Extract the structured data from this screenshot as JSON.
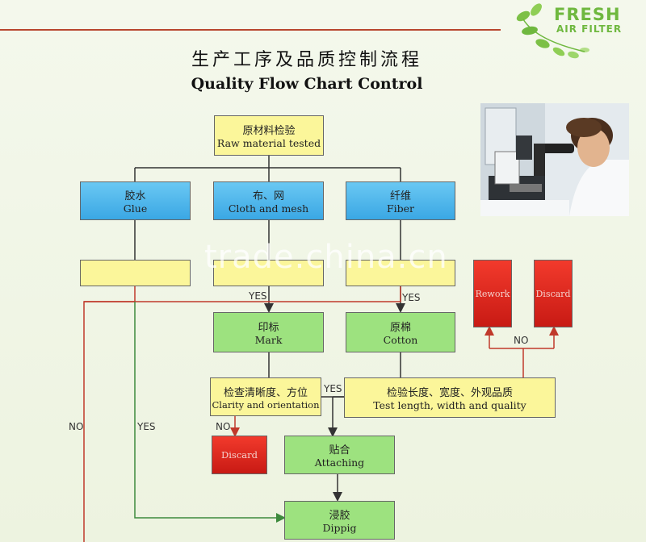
{
  "brand": {
    "name_line1": "FRESH",
    "name_line2": "AIR FILTER"
  },
  "title": {
    "cn": "生产工序及品质控制流程",
    "en": "Quality Flow Chart Control"
  },
  "nodes": {
    "raw": {
      "cn": "原材料检验",
      "en": "Raw material tested"
    },
    "glue": {
      "cn": "胶水",
      "en": "Glue"
    },
    "cloth": {
      "cn": "布、网",
      "en": "Cloth and mesh"
    },
    "fiber": {
      "cn": "纤维",
      "en": "Fiber"
    },
    "mark": {
      "cn": "印标",
      "en": "Mark"
    },
    "cotton": {
      "cn": "原棉",
      "en": "Cotton"
    },
    "rework": {
      "cn": "",
      "en": "Rework"
    },
    "discard_right": {
      "cn": "",
      "en": "Discard"
    },
    "clarity": {
      "cn": "检查清晰度、方位",
      "en": "Clarity and orientation"
    },
    "test_length": {
      "cn": "检验长度、宽度、外观品质",
      "en": "Test length, width and quality"
    },
    "discard_left": {
      "cn": "",
      "en": "Discard"
    },
    "attaching": {
      "cn": "贴合",
      "en": "Attaching"
    },
    "dipping": {
      "cn": "浸胶",
      "en": "Dippig"
    }
  },
  "labels": {
    "yes_mark": "YES",
    "yes_cotton": "YES",
    "yes_clarity": "YES",
    "yes_left": "YES",
    "no_left": "NO",
    "no_discard": "NO",
    "no_rework": "NO"
  },
  "watermark": "trade.china.cn",
  "colors": {
    "yellow": "#fbf69a",
    "blue": "#3aa7e4",
    "green": "#9de27f",
    "red": "#d8221a",
    "line_red": "#c0392b",
    "line_dark": "#333333"
  }
}
